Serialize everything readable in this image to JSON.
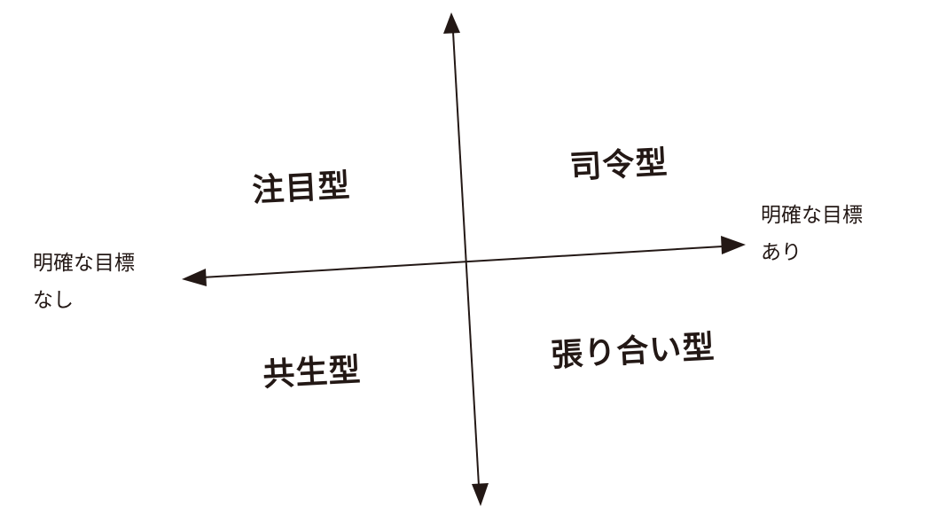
{
  "diagram": {
    "type": "quadrant",
    "colors": {
      "ink": "#231815",
      "background": "#ffffff"
    },
    "axes": {
      "horizontal": {
        "left_label_line1": "明確な目標",
        "left_label_line2": "なし",
        "right_label_line1": "明確な目標",
        "right_label_line2": "あり"
      },
      "vertical": {
        "top_label": "",
        "bottom_label": ""
      }
    },
    "quadrants": {
      "top_left": "注目型",
      "top_right": "司令型",
      "bottom_left": "共生型",
      "bottom_right": "張り合い型"
    }
  }
}
